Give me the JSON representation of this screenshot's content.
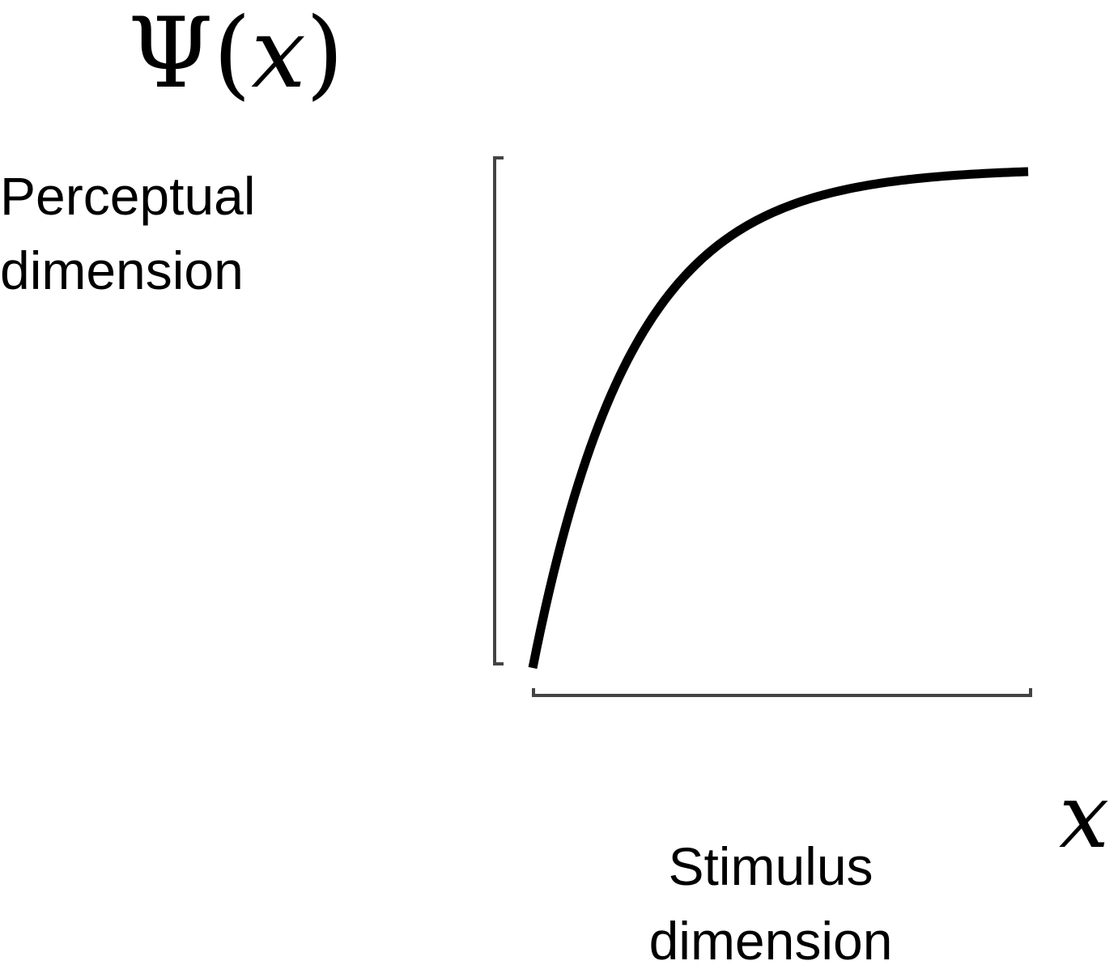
{
  "diagram": {
    "y_symbol": {
      "fn": "Ψ",
      "open": "(",
      "var": "x",
      "close": ")"
    },
    "y_label": {
      "line1": "Perceptual",
      "line2": "dimension"
    },
    "x_symbol": "x",
    "x_label": {
      "line1": "Stimulus",
      "line2": "dimension"
    },
    "curve": {
      "shape": "concave-saturating",
      "color": "#000000"
    },
    "bracket_color": "#444444"
  }
}
